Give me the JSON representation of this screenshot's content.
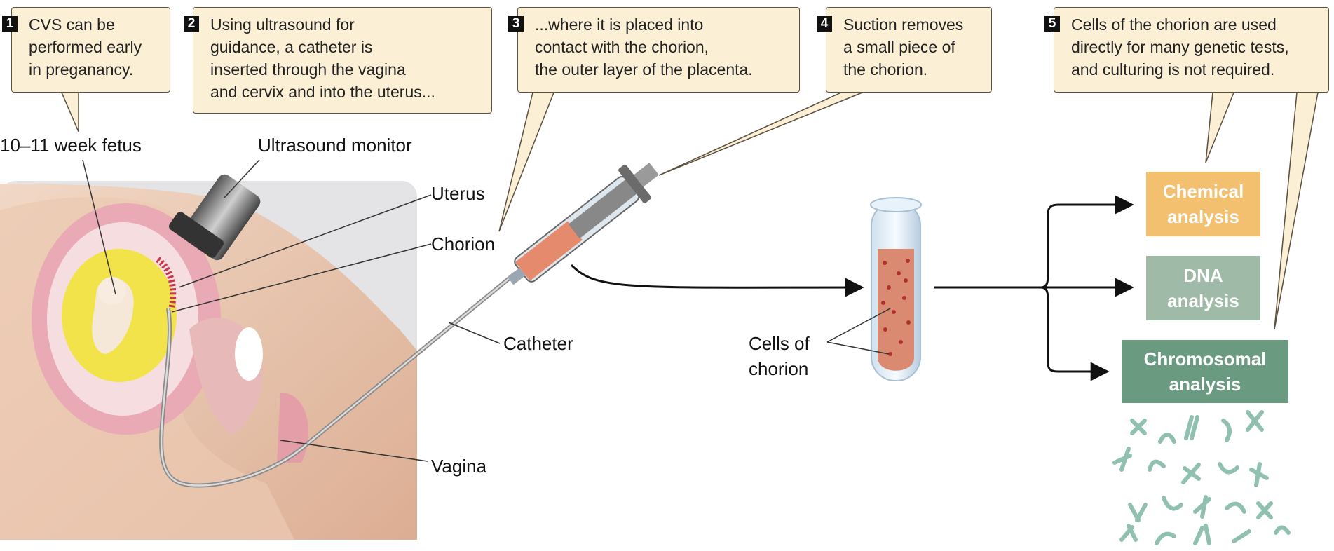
{
  "callouts": [
    {
      "num": "1",
      "text": "CVS can be\nperformed early\nin preganancy."
    },
    {
      "num": "2",
      "text": "Using ultrasound for\nguidance, a catheter is\ninserted through the vagina\nand cervix and into the uterus..."
    },
    {
      "num": "3",
      "text": "...where it is placed into\ncontact with the chorion,\nthe outer layer of the placenta."
    },
    {
      "num": "4",
      "text": "Suction removes\na small piece of\nthe chorion."
    },
    {
      "num": "5",
      "text": "Cells of the chorion are used\ndirectly for many genetic tests,\nand culturing is not required."
    }
  ],
  "labels": {
    "fetus": "10–11 week fetus",
    "ultrasound_monitor": "Ultrasound monitor",
    "uterus": "Uterus",
    "chorion": "Chorion",
    "catheter": "Catheter",
    "vagina": "Vagina",
    "cells_of_chorion": "Cells of\nchorion"
  },
  "analyses": [
    {
      "label": "Chemical\nanalysis",
      "color": "#f2c06e"
    },
    {
      "label": "DNA\nanalysis",
      "color": "#9fbaa7"
    },
    {
      "label": "Chromosomal\nanalysis",
      "color": "#6a9a7f"
    }
  ],
  "colors": {
    "callout_bg": "#fbf0d6",
    "tissue": "#e7c2aa",
    "uterus": "#e9a9b5",
    "amniotic": "#f2e34a",
    "cells": "#c1443c",
    "chromosome": "#8fc0b0"
  }
}
